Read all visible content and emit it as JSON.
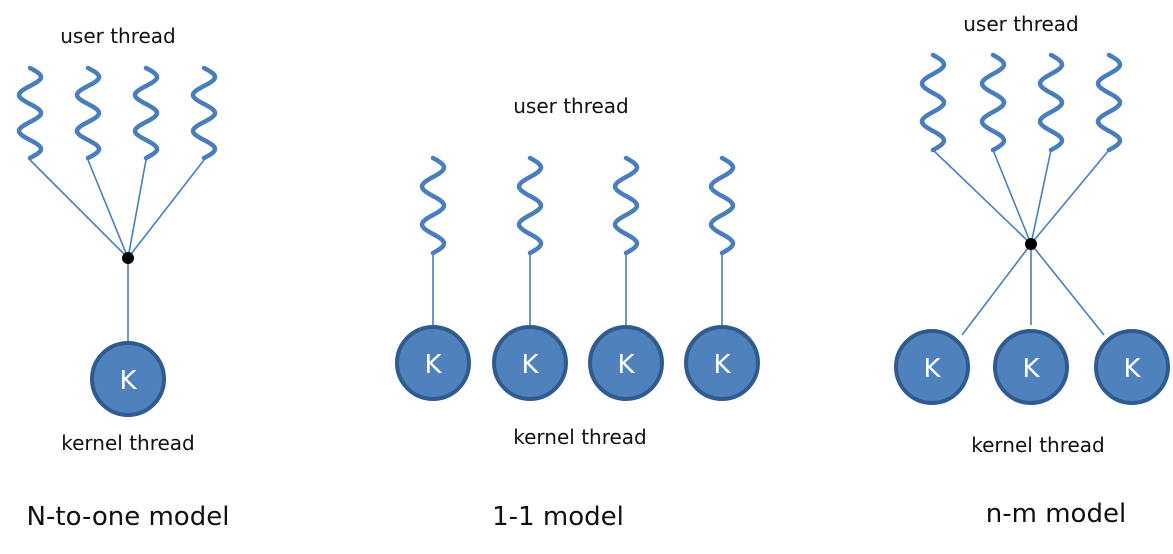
{
  "colors": {
    "thread": "#4a7ebb",
    "kernel_fill": "#4f81bd",
    "kernel_stroke": "#2f5b8e",
    "connector": "#4a7ebb",
    "joint": "#000000"
  },
  "panels": [
    {
      "name": "n-to-one",
      "user_label": "user thread",
      "kernel_label": "kernel thread",
      "model_label": "N-to-one model",
      "user_threads": 4,
      "kernel_threads": 1,
      "kernel_letter": "K"
    },
    {
      "name": "one-to-one",
      "user_label": "user thread",
      "kernel_label": "kernel thread",
      "model_label": "1-1 model",
      "user_threads": 4,
      "kernel_threads": 4,
      "kernel_letter": "K"
    },
    {
      "name": "n-m",
      "user_label": "user thread",
      "kernel_label": "kernel thread",
      "model_label": "n-m model",
      "user_threads": 4,
      "kernel_threads": 3,
      "kernel_letter": "K"
    }
  ]
}
